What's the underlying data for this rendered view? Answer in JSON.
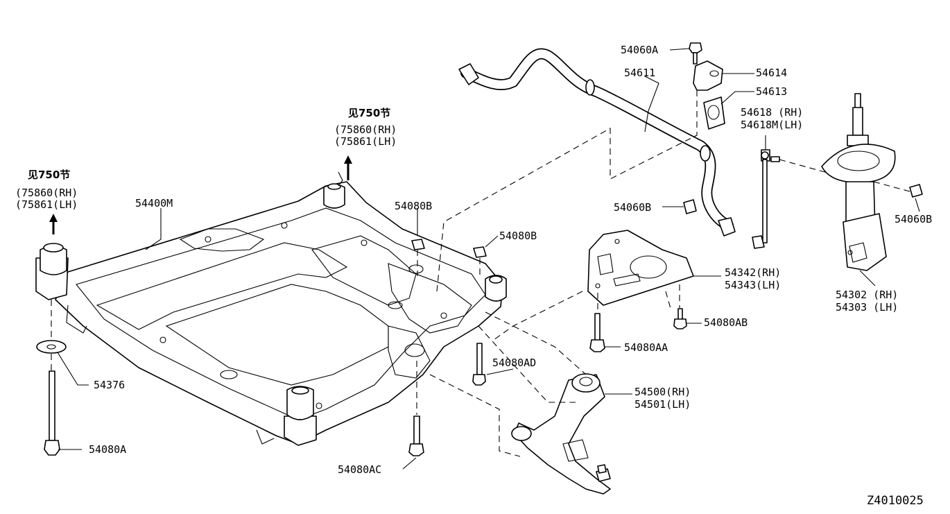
{
  "diagram_id": "Z4010025",
  "labels": {
    "ref_left_title": "见750节",
    "ref_left_rh": "(75860(RH)",
    "ref_left_lh": "(75861(LH)",
    "ref_top_title": "见750节",
    "ref_top_rh": "(75860(RH)",
    "ref_top_lh": "(75861(LH)",
    "p54400M": "54400M",
    "p54376": "54376",
    "p54080A": "54080A",
    "p54080B_a": "54080B",
    "p54080B_b": "54080B",
    "p54080AC": "54080AC",
    "p54080AD": "54080AD",
    "p54060A": "54060A",
    "p54611": "54611",
    "p54614": "54614",
    "p54613": "54613",
    "p54618_rh": "54618 (RH)",
    "p54618_lh": "54618M(LH)",
    "p54060B_a": "54060B",
    "p54060B_b": "54060B",
    "p54342_rh": "54342(RH)",
    "p54343_lh": "54343(LH)",
    "p54080AB": "54080AB",
    "p54080AA": "54080AA",
    "p54500_rh": "54500(RH)",
    "p54501_lh": "54501(LH)",
    "p54302_rh": "54302 (RH)",
    "p54303_lh": "54303 (LH)"
  }
}
